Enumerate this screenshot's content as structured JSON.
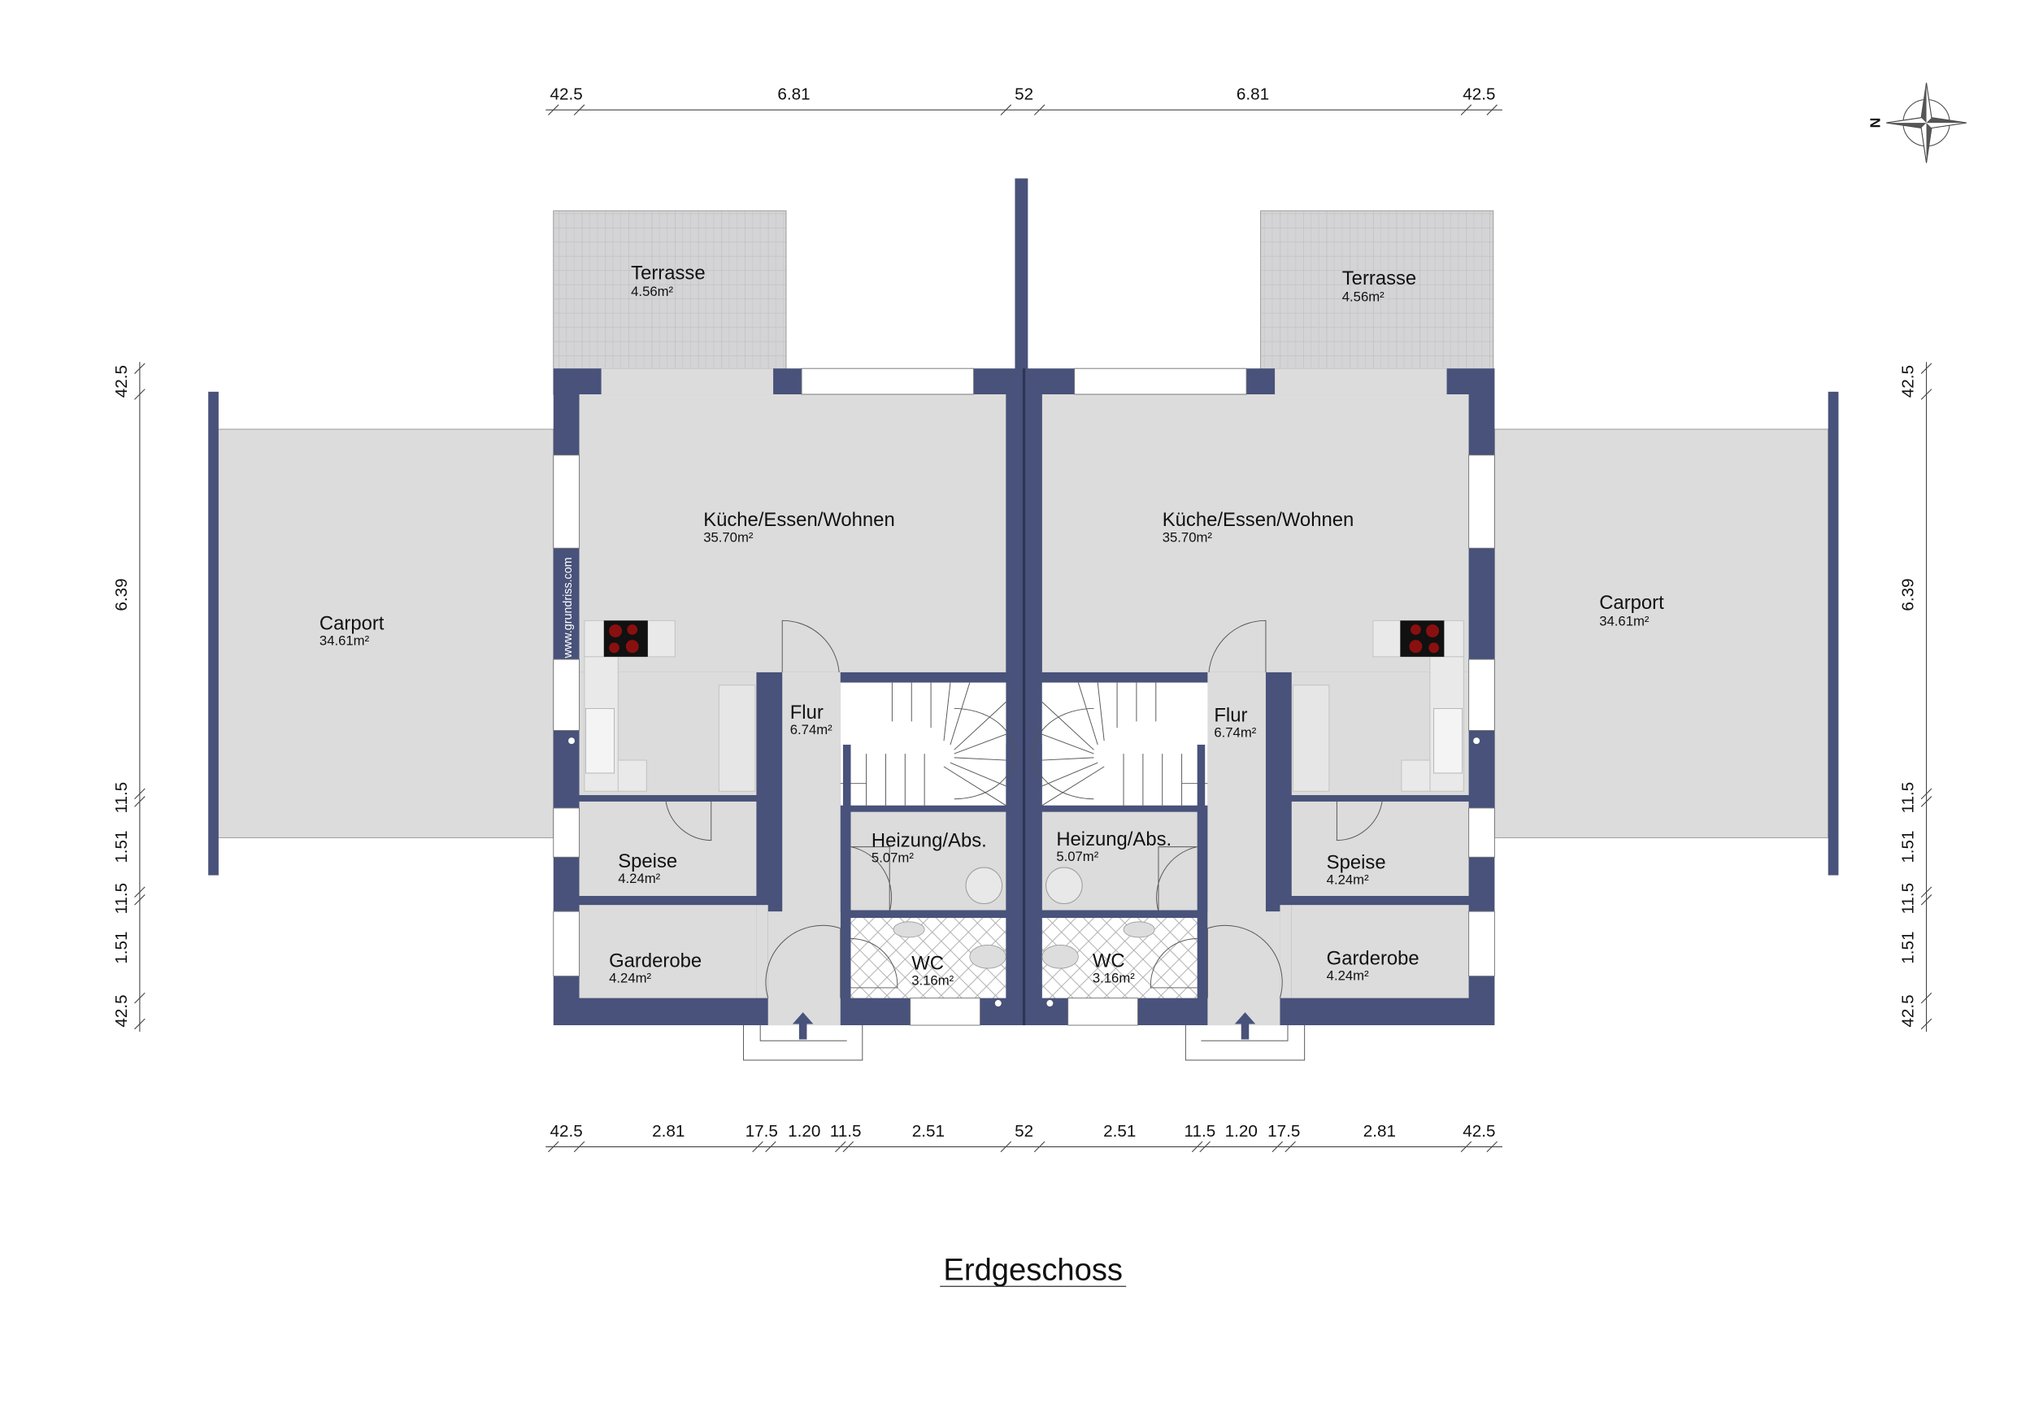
{
  "title": "Erdgeschoss",
  "watermark": "www.grundriss.com",
  "compass": {
    "north_label": "N"
  },
  "colors": {
    "wall": "#48527a",
    "floor": "#dcdcdc",
    "terrace": "#d4d4d6"
  },
  "left_unit": {
    "terrace": {
      "name": "Terrasse",
      "area": "4.56m²"
    },
    "kitchen": {
      "name": "Küche/Essen/Wohnen",
      "area": "35.70m²"
    },
    "carport": {
      "name": "Carport",
      "area": "34.61m²"
    },
    "flur": {
      "name": "Flur",
      "area": "6.74m²"
    },
    "heizung": {
      "name": "Heizung/Abs.",
      "area": "5.07m²"
    },
    "speise": {
      "name": "Speise",
      "area": "4.24m²"
    },
    "garderobe": {
      "name": "Garderobe",
      "area": "4.24m²"
    },
    "wc": {
      "name": "WC",
      "area": "3.16m²"
    }
  },
  "right_unit": {
    "terrace": {
      "name": "Terrasse",
      "area": "4.56m²"
    },
    "kitchen": {
      "name": "Küche/Essen/Wohnen",
      "area": "35.70m²"
    },
    "carport": {
      "name": "Carport",
      "area": "34.61m²"
    },
    "flur": {
      "name": "Flur",
      "area": "6.74m²"
    },
    "heizung": {
      "name": "Heizung/Abs.",
      "area": "5.07m²"
    },
    "speise": {
      "name": "Speise",
      "area": "4.24m²"
    },
    "garderobe": {
      "name": "Garderobe",
      "area": "4.24m²"
    },
    "wc": {
      "name": "WC",
      "area": "3.16m²"
    }
  },
  "dimensions": {
    "top": [
      "42.5",
      "6.81",
      "52",
      "6.81",
      "42.5"
    ],
    "bottom": [
      "42.5",
      "2.81",
      "17.5",
      "1.20",
      "11.5",
      "2.51",
      "52",
      "2.51",
      "11.5",
      "1.20",
      "17.5",
      "2.81",
      "42.5"
    ],
    "left": [
      "42.5",
      "6.39",
      "11.5",
      "1.51",
      "11.5",
      "1.51",
      "42.5"
    ],
    "right": [
      "42.5",
      "6.39",
      "11.5",
      "1.51",
      "11.5",
      "1.51",
      "42.5"
    ]
  }
}
